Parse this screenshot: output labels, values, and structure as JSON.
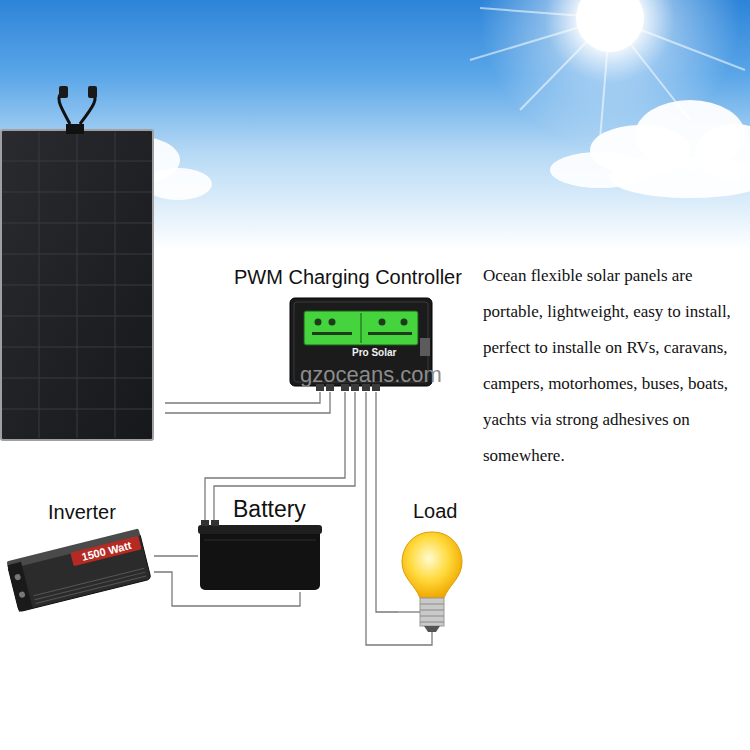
{
  "diagram": {
    "nodes": [
      {
        "text": [
          "PWM Charging Controller",
          "Pro Solar"
        ]
      },
      {
        "text": [
          "Inverter",
          "1500 Watt"
        ]
      },
      {
        "text": [
          "Battery"
        ]
      },
      {
        "text": [
          "Load"
        ]
      }
    ],
    "edges": [
      {
        "from": 0,
        "to": 2,
        "arrow": "none"
      },
      {
        "from": 0,
        "to": 2,
        "arrow": "none"
      },
      {
        "from": 0,
        "to": 3,
        "arrow": "none"
      },
      {
        "from": 0,
        "to": 3,
        "arrow": "none"
      },
      {
        "from": 1,
        "to": 2,
        "arrow": "none"
      },
      {
        "from": 1,
        "to": 2,
        "arrow": "none"
      }
    ],
    "labels": [
      "Ocean flexible solar panels are portable, lightweight, easy to install, perfect to installe on RVs, caravans, campers, motorhomes, buses, boats, yachts via strong adhesives on somewhere.",
      "gzoceans.com"
    ]
  }
}
